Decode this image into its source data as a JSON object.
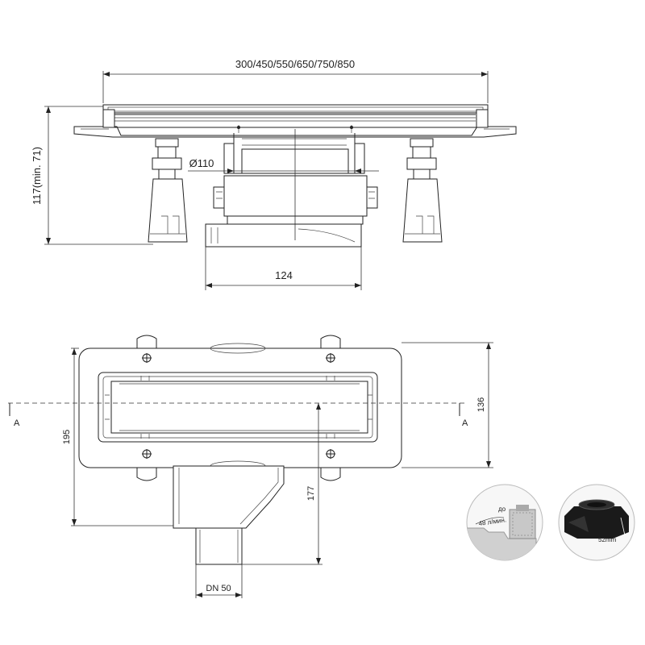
{
  "dimensions": {
    "length_options": "300/450/550/650/750/850",
    "height": "117(min. 71)",
    "outlet_diameter": "Ø110",
    "outlet_offset": "124",
    "width": "136",
    "overall_depth": "195",
    "outlet_depth": "177",
    "outlet_size": "DN 50"
  },
  "section_markers": {
    "left": "A",
    "right": "A"
  },
  "detail_left": {
    "label_small": "до",
    "label_flow": "48 л/мин."
  },
  "detail_right": {
    "label_height": "52mm"
  },
  "colors": {
    "line": "#222222",
    "detail_dark": "#1a1a1a",
    "detail_gray": "#bdbdbd"
  }
}
